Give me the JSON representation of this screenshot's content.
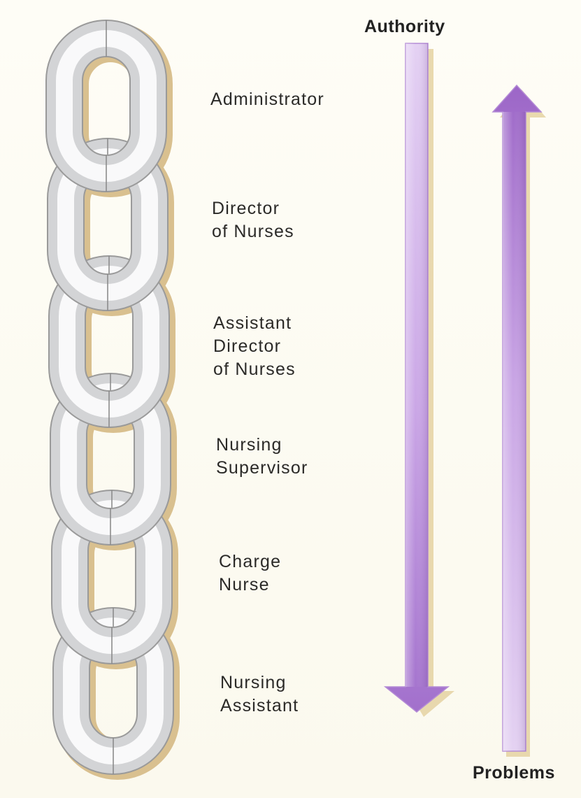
{
  "diagram": {
    "authority_label": "Authority",
    "problems_label": "Problems",
    "levels": [
      {
        "lines": [
          "Administrator"
        ]
      },
      {
        "lines": [
          "Director",
          "of Nurses"
        ]
      },
      {
        "lines": [
          "Assistant",
          "Director",
          "of Nurses"
        ]
      },
      {
        "lines": [
          "Nursing",
          "Supervisor"
        ]
      },
      {
        "lines": [
          "Charge",
          "Nurse"
        ]
      },
      {
        "lines": [
          "Nursing",
          "Assistant"
        ]
      }
    ],
    "colors": {
      "chain_light": "#f9f9fa",
      "chain_mid": "#d3d4d6",
      "chain_edge": "#9a9a9a",
      "chain_shadow": "#d9c08f",
      "arrow_light": "#dcc3ef",
      "arrow_dark": "#9c6ac8",
      "arrow_shadow": "#e3cf9c",
      "background": "#fdfcf3"
    }
  }
}
